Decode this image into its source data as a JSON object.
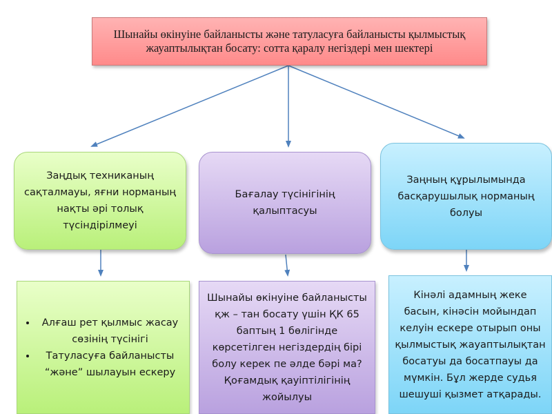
{
  "diagram": {
    "top": {
      "text": "Шынайы өкінуіне байланысты және татуласуға байланысты қылмыстық жауаптылықтан босату: сотта қаралу негіздері мен шектері"
    },
    "middle": [
      {
        "text": "Заңдық техниканың сақталмауы, яғни норманың нақты әрі толық түсіндірілмеуі"
      },
      {
        "text": "Бағалау түсінігінің қалыптасуы"
      },
      {
        "text": "Заңның құрылымында басқарушылық норманың болуы"
      }
    ],
    "bottom_left": {
      "items": [
        "Алғаш рет қылмыс жасау сөзінің түсінігі",
        "Татуласуға байланысты “және” шылауын ескеру"
      ]
    },
    "bottom_center": {
      "text": "Шынайы өкінуіне байланысты қж – тан босату үшін ҚК 65 баптың 1 бөлігінде көрсетілген негіздердің бірі болу керек пе әлде бәрі ма? Қоғамдық қауіптілігінің жойылуы"
    },
    "bottom_right": {
      "text": "Кінәлі адамның жеке басын, кінәсін мойындап келуін ескере отырып оны қылмыстық жауаптылықтан босатуы да босатпауы да мүмкін. Бұл жерде судья шешуші қызмет атқарады."
    },
    "colors": {
      "arrow": "#4f81bd",
      "title_fill": "#ff9a9a",
      "green_fill": "#c6f58c",
      "purple_fill": "#c6b3e6",
      "blue_fill": "#8fdcf8"
    }
  }
}
